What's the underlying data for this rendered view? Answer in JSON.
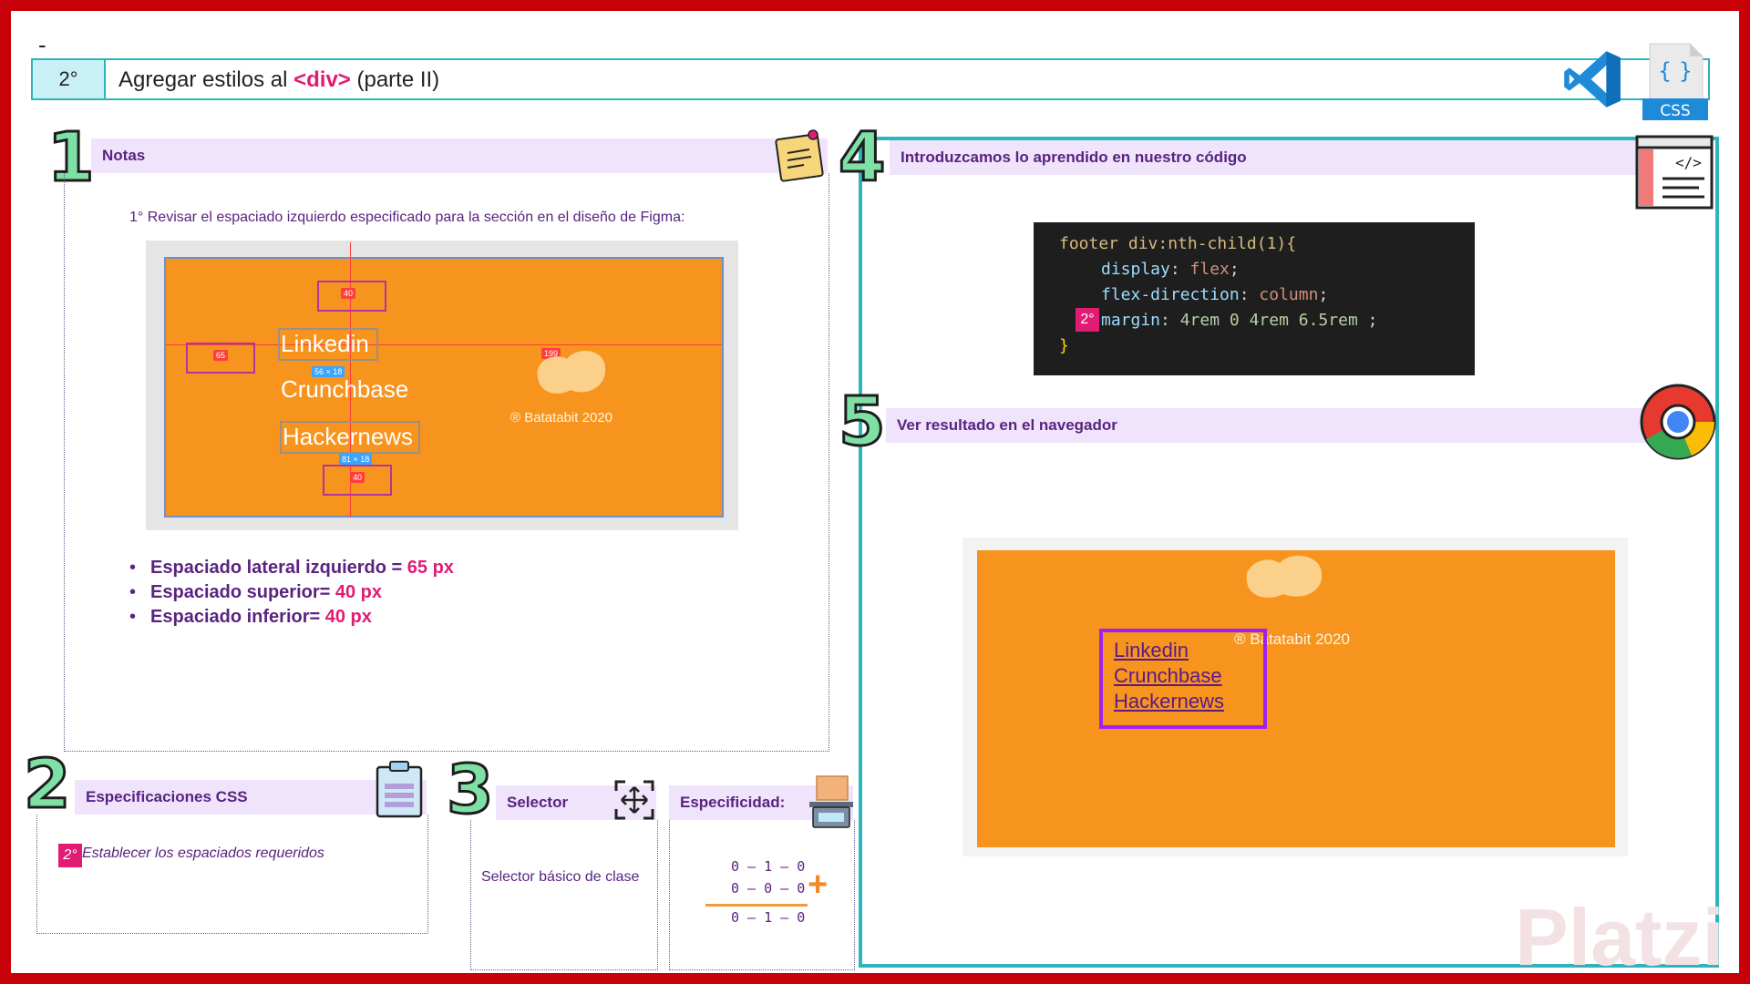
{
  "header": {
    "dash": "-",
    "step": "2°",
    "title_prefix": "Agregar estilos al ",
    "title_tag": "<div>",
    "title_suffix": " (parte II)",
    "css_label": "CSS",
    "css_braces": "{ }"
  },
  "notes": {
    "number": "1",
    "title": "Notas",
    "intro": "1° Revisar el espaciado izquierdo especificado para la sección en el diseño de Figma:",
    "figma": {
      "links": [
        "Linkedin",
        "Crunchbase",
        "Hackernews"
      ],
      "copyright": "® Batatabit 2020",
      "tag_top": "40",
      "tag_left": "65",
      "tag_bottom": "40",
      "tag_blob": "199",
      "tag_size1": "56 × 18",
      "tag_size2": "81 × 18"
    },
    "bullets": [
      {
        "label": "Espaciado lateral izquierdo = ",
        "value": "65 px"
      },
      {
        "label": "Espaciado superior= ",
        "value": "40 px"
      },
      {
        "label": "Espaciado inferior= ",
        "value": "40 px"
      }
    ]
  },
  "specs": {
    "number": "2",
    "title": "Especificaciones CSS",
    "badge": "2°",
    "text": "Establecer los espaciados requeridos"
  },
  "selector": {
    "number": "3",
    "title": "Selector",
    "text": "Selector básico de clase"
  },
  "specificity": {
    "title": "Especificidad:",
    "rows": [
      "0 – 1 – 0",
      "0 – 0 – 0",
      "0 – 1 – 0"
    ],
    "plus": "+"
  },
  "code_section": {
    "number": "4",
    "title": "Introduzcamos lo aprendido en nuestro código",
    "selector": "footer div:nth-child(1){",
    "lines": [
      {
        "prop": "display",
        "value": "flex"
      },
      {
        "prop": "flex-direction",
        "value": "column"
      }
    ],
    "margin_prop": "margin",
    "margin_value": "4rem 0 4rem 6.5rem",
    "margin_end": " ;",
    "close": "}",
    "badge": "2°"
  },
  "result": {
    "number": "5",
    "title": "Ver resultado en el navegador",
    "links": [
      "Linkedin",
      "Crunchbase",
      "Hackernews"
    ],
    "copyright": "® Batatabit 2020"
  },
  "watermark": "Platzi",
  "colors": {
    "frame": "#c8000a",
    "accent_pink": "#e21b73",
    "teal": "#2fb3bd",
    "purple": "#5a2380",
    "orange": "#f7941d",
    "highlight": "#a020f0"
  }
}
